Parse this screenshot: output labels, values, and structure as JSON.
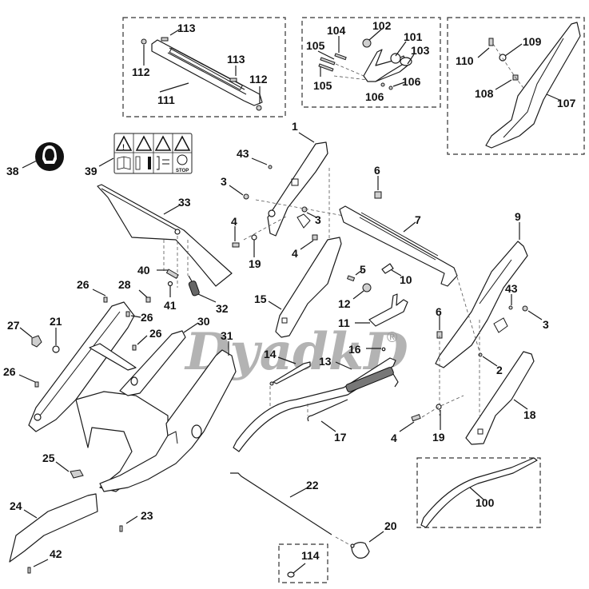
{
  "diagram": {
    "title": "",
    "watermark": "DyadkD",
    "watermark_mark": "®",
    "colors": {
      "ink": "#1a1a1a",
      "watermark": "#9a9a9a",
      "background": "#ffffff"
    },
    "callouts": {
      "1": "1",
      "2": "2",
      "3a": "3",
      "3b": "3",
      "3c": "3",
      "4a": "4",
      "4b": "4",
      "4c": "4",
      "5": "5",
      "6a": "6",
      "6b": "6",
      "7": "7",
      "9": "9",
      "10": "10",
      "11": "11",
      "12": "12",
      "13": "13",
      "14": "14",
      "15": "15",
      "16": "16",
      "17": "17",
      "18": "18",
      "19a": "19",
      "19b": "19",
      "20": "20",
      "21": "21",
      "22": "22",
      "23": "23",
      "24": "24",
      "25": "25",
      "26a": "26",
      "26b": "26",
      "26c": "26",
      "26d": "26",
      "27": "27",
      "28": "28",
      "30": "30",
      "31": "31",
      "32": "32",
      "33": "33",
      "38": "38",
      "39": "39",
      "40": "40",
      "41": "41",
      "42": "42",
      "43a": "43",
      "43b": "43",
      "100": "100",
      "101": "101",
      "102": "102",
      "103": "103",
      "104": "104",
      "105a": "105",
      "105b": "105",
      "106a": "106",
      "106b": "106",
      "107": "107",
      "108": "108",
      "109": "109",
      "110": "110",
      "111": "111",
      "112a": "112",
      "112b": "112",
      "113a": "113",
      "113b": "113",
      "114": "114"
    },
    "safety_label": {
      "top_row": [
        "warning-icon",
        "thrown-objects-icon",
        "blade-hazard-icon",
        "hand-blade-icon"
      ],
      "bottom_row": [
        "read-manual-icon",
        "keep-distance-icon",
        "disconnect-icon",
        "stop-blade-icon"
      ],
      "stop_text": "STOP"
    },
    "kit_boxes": [
      {
        "name": "kit-box-111",
        "parts": [
          "111",
          "112",
          "113"
        ]
      },
      {
        "name": "kit-box-101",
        "parts": [
          "101",
          "102",
          "103",
          "104",
          "105",
          "106"
        ]
      },
      {
        "name": "kit-box-107",
        "parts": [
          "107",
          "108",
          "109",
          "110"
        ]
      },
      {
        "name": "kit-box-100",
        "parts": [
          "100"
        ]
      },
      {
        "name": "kit-box-114",
        "parts": [
          "114"
        ]
      }
    ]
  }
}
